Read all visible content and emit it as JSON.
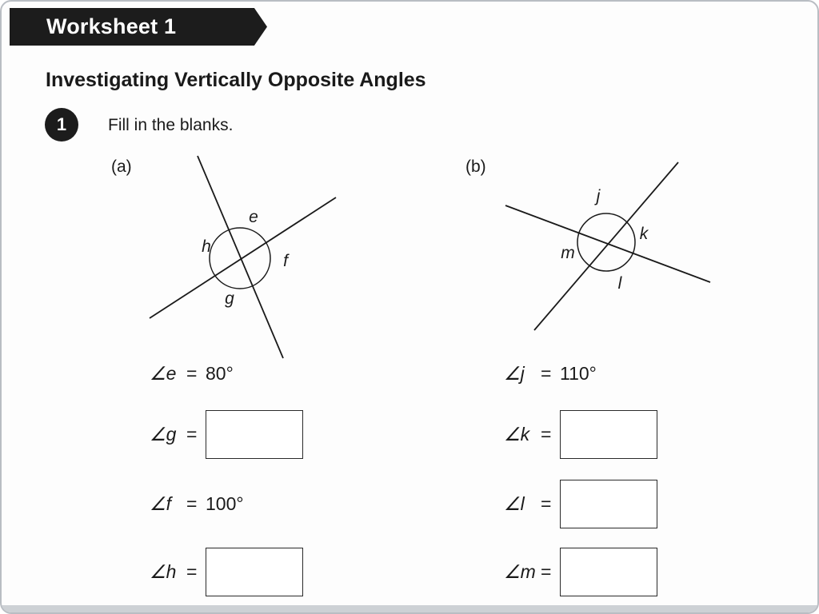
{
  "page": {
    "banner_title": "Worksheet 1",
    "heading": "Investigating Vertically Opposite Angles",
    "question_number": "1",
    "question_text": "Fill in the blanks."
  },
  "part_a": {
    "label": "(a)",
    "diagram_labels": [
      "e",
      "h",
      "f",
      "g"
    ],
    "equations": [
      {
        "angle": "∠e",
        "sign": "=",
        "value": "80°"
      },
      {
        "angle": "∠g",
        "sign": "=",
        "value": ""
      },
      {
        "angle": "∠f",
        "sign": "=",
        "value": "100°"
      },
      {
        "angle": "∠h",
        "sign": "=",
        "value": ""
      }
    ]
  },
  "part_b": {
    "label": "(b)",
    "diagram_labels": [
      "j",
      "k",
      "m",
      "l"
    ],
    "equations": [
      {
        "angle": "∠j",
        "sign": "=",
        "value": "110°"
      },
      {
        "angle": "∠k",
        "sign": "=",
        "value": ""
      },
      {
        "angle": "∠l",
        "sign": "=",
        "value": ""
      },
      {
        "angle": "∠m",
        "sign": "=",
        "value": ""
      }
    ]
  }
}
